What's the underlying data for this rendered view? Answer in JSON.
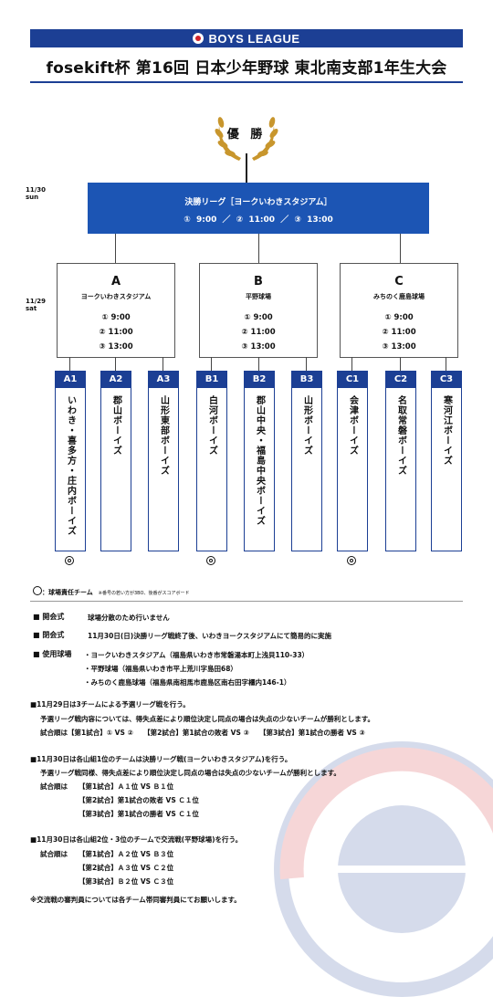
{
  "header": {
    "brand": "BOYS LEAGUE"
  },
  "title": "fosekift杯 第16回 日本少年野球 東北南支部1年生大会",
  "winner_label": "優 勝",
  "dates": {
    "final_date": "11/30",
    "final_day": "sun",
    "group_date": "11/29",
    "group_day": "sat"
  },
  "final": {
    "title": "決勝リーグ［ヨークいわきスタジアム］",
    "times": "① 9:00 ／ ② 11:00 ／ ③ 13:00"
  },
  "groups": [
    {
      "letter": "A",
      "venue": "ヨークいわきスタジアム",
      "times": [
        "① 9:00",
        "② 11:00",
        "③ 13:00"
      ]
    },
    {
      "letter": "B",
      "venue": "平野球場",
      "times": [
        "① 9:00",
        "② 11:00",
        "③ 13:00"
      ]
    },
    {
      "letter": "C",
      "venue": "みちのく鹿島球場",
      "times": [
        "① 9:00",
        "② 11:00",
        "③ 13:00"
      ]
    }
  ],
  "teams": [
    {
      "code": "A1",
      "name": "いわき・喜多方・庄内ボーイズ",
      "host": true
    },
    {
      "code": "A2",
      "name": "郡山ボーイズ",
      "host": false
    },
    {
      "code": "A3",
      "name": "山形東部ボーイズ",
      "host": false
    },
    {
      "code": "B1",
      "name": "白河ボーイズ",
      "host": true
    },
    {
      "code": "B2",
      "name": "郡山中央・福島中央ボーイズ",
      "host": false
    },
    {
      "code": "B3",
      "name": "山形ボーイズ",
      "host": false
    },
    {
      "code": "C1",
      "name": "会津ボーイズ",
      "host": true
    },
    {
      "code": "C2",
      "name": "名取常磐ボーイズ",
      "host": false
    },
    {
      "code": "C3",
      "name": "寒河江ボーイズ",
      "host": false
    }
  ],
  "legend": {
    "text": "：球場責任チーム",
    "note": "※番号の若い方が3BO、後番がスコアボード"
  },
  "info": {
    "opening_label": "開会式",
    "opening_value": "球場分散のため行いません",
    "closing_label": "閉会式",
    "closing_value": "11月30日(日)決勝リーグ戦終了後、いわきヨークスタジアムにて簡易的に実施",
    "venues_label": "使用球場",
    "venues": [
      "ヨークいわきスタジアム（福島県いわき市常磐湯本町上浅貝110-33）",
      "平野球場（福島県いわき市平上荒川字島田68）",
      "みちのく鹿島球場（福島県南相馬市鹿島区南右田字櫃内146-1）"
    ]
  },
  "rules": {
    "day1_head": "11月29日は3チームによる予選リーグ戦を行う。",
    "day1_note": "予選リーグ戦内容については、得失点差により順位決定し同点の場合は失点の少ないチームが勝利とします。",
    "day1_order": "試合順は【第1試合】① VS ②　　【第2試合】第1試合の敗者 VS ③　　【第3試合】第1試合の勝者 VS ③",
    "day2_head": "11月30日は各山組1位のチームは決勝リーグ戦(ヨークいわきスタジアム)を行う。",
    "day2_note": "予選リーグ戦同様、得失点差により順位決定し同点の場合は失点の少ないチームが勝利とします。",
    "day2_order_prefix": "試合順は",
    "day2_games": [
      "【第1試合】Ａ１位 VS Ｂ１位",
      "【第2試合】第1試合の敗者 VS Ｃ１位",
      "【第3試合】第1試合の勝者 VS Ｃ１位"
    ],
    "day3_head": "11月30日は各山組2位・3位のチームで交流戦(平野球場)を行う。",
    "day3_order_prefix": "試合順は",
    "day3_games": [
      "【第1試合】Ａ２位 VS Ｂ３位",
      "【第2試合】Ａ３位 VS Ｃ２位",
      "【第3試合】Ｂ２位 VS Ｃ３位"
    ],
    "footnote": "※交流戦の審判員については各チーム帯同審判員にてお願いします。"
  },
  "colors": {
    "brand_blue": "#1c3f94",
    "final_blue": "#1c55b4",
    "gold": "#c8962d",
    "accent_red": "#d2232a"
  }
}
